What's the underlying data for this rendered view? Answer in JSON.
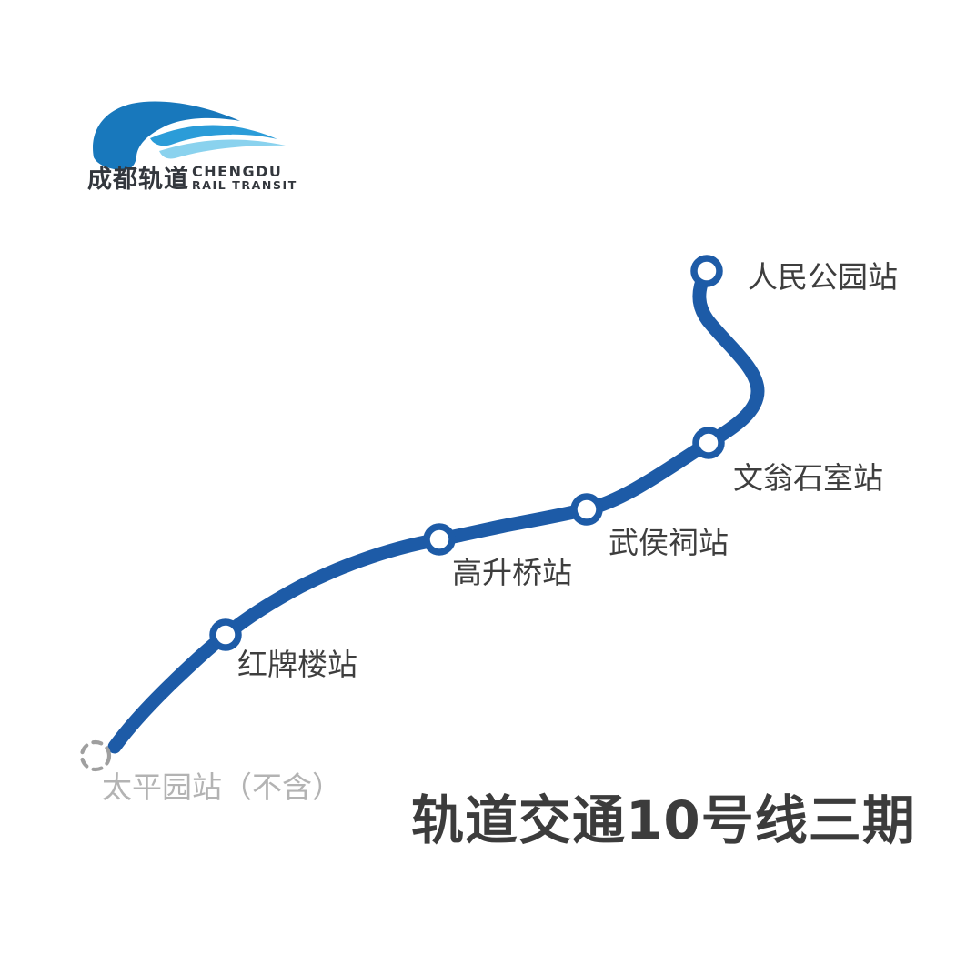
{
  "logo": {
    "brand_cn": "成都轨道",
    "brand_en_line1": "CHENGDU",
    "brand_en_line2": "RAIL TRANSIT"
  },
  "map": {
    "title": "轨道交通10号线三期",
    "stations": [
      {
        "label": "人民公园站",
        "type": "terminus"
      },
      {
        "label": "文翁石室站",
        "type": "station"
      },
      {
        "label": "武侯祠站",
        "type": "station"
      },
      {
        "label": "高升桥站",
        "type": "station"
      },
      {
        "label": "红牌楼站",
        "type": "station"
      },
      {
        "label": "太平园站（不含）",
        "type": "excluded-terminus"
      }
    ]
  },
  "theme": {
    "line_color": "#1d5ba7",
    "label_color": "#3e3e3e",
    "excluded_color": "#b3b3b3",
    "dashed_circle_color": "#9f9f9f",
    "title_color": "#3c3c3c",
    "logo_dark": "#1878bc",
    "logo_mid": "#2b9cd8",
    "logo_light": "#8ad2ee",
    "logo_text": "#33373d"
  }
}
